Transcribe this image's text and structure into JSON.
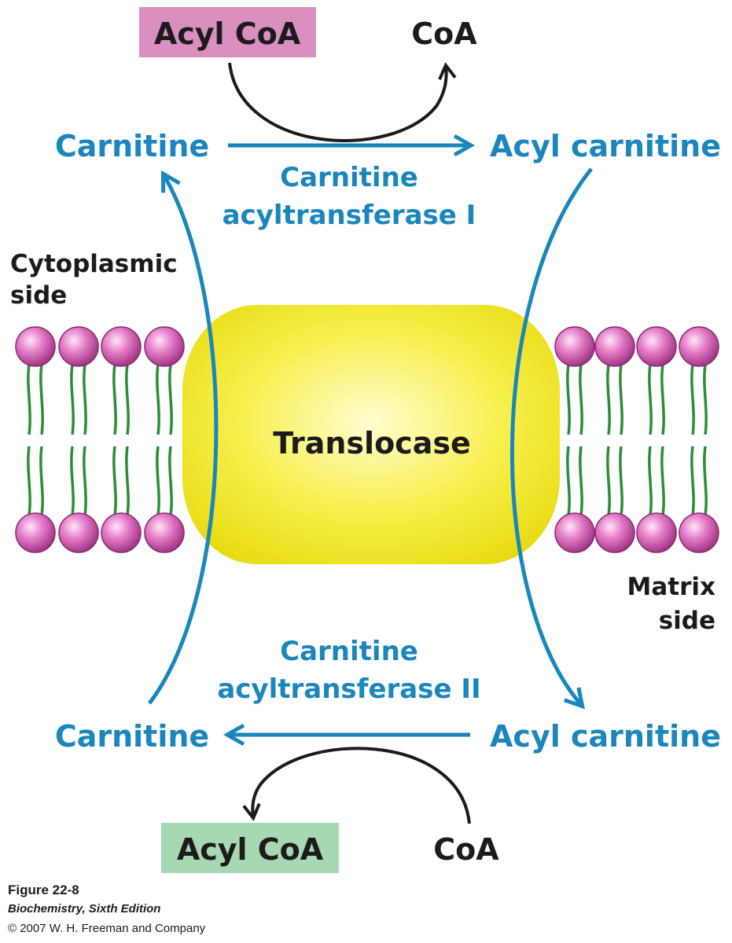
{
  "top": {
    "acyl_coa": "Acyl CoA",
    "coa": "CoA",
    "carnitine": "Carnitine",
    "acyl_carnitine": "Acyl carnitine",
    "enzyme_line1": "Carnitine",
    "enzyme_line2": "acyltransferase I",
    "acyl_coa_box_color": "#d98fc0"
  },
  "bottom": {
    "acyl_coa": "Acyl CoA",
    "coa": "CoA",
    "carnitine": "Carnitine",
    "acyl_carnitine": "Acyl carnitine",
    "enzyme_line1": "Carnitine",
    "enzyme_line2": "acyltransferase II",
    "acyl_coa_box_color": "#a6d8b2"
  },
  "membrane": {
    "cytoplasmic_line1": "Cytoplasmic",
    "cytoplasmic_line2": "side",
    "matrix_line1": "Matrix",
    "matrix_line2": "side",
    "translocase": "Translocase",
    "translocase_color": "#f4ec2a",
    "lipid_head_color": "#d94fb0",
    "lipid_tail_color": "#2e8b3e"
  },
  "colors": {
    "pathway_blue": "#1a86bd"
  },
  "caption": {
    "figure": "Figure 22-8",
    "book": "Biochemistry, Sixth Edition",
    "copyright": "© 2007 W. H. Freeman and Company"
  }
}
